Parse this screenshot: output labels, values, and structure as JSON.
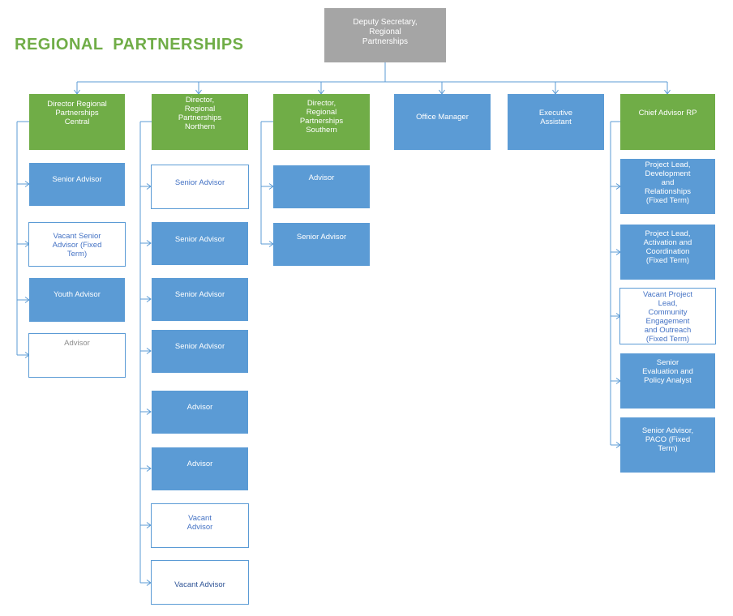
{
  "page": {
    "title": "REGIONAL  PARTNERSHIPS"
  },
  "colors": {
    "green": "#70ad47",
    "blue": "#5b9bd5",
    "grey": "#a5a5a5",
    "connector": "#5b9bd5",
    "white_text": "#4472c4"
  },
  "chart": {
    "root": {
      "label": "Deputy Secretary,\nRegional\nPartnerships"
    },
    "central": {
      "head": "Director Regional\nPartnerships\nCentral",
      "staff": [
        "Senior Advisor",
        "Vacant    Senior\nAdvisor  (Fixed\nTerm)",
        "Youth Advisor",
        "Advisor"
      ]
    },
    "northern": {
      "head": "Director,\nRegional\nPartnerships\nNorthern",
      "staff": [
        "Senior Advisor",
        "Senior Advisor",
        "Senior Advisor",
        "Senior Advisor",
        "Advisor",
        "Advisor",
        "Vacant\nAdvisor",
        "Vacant Advisor"
      ]
    },
    "southern": {
      "head": "Director,\nRegional\nPartnerships\nSouthern",
      "staff": [
        "Advisor",
        "Senior Advisor"
      ]
    },
    "office_manager": "Office Manager",
    "executive_assistant": "Executive\nAssistant",
    "chief": {
      "head": "Chief Advisor RP",
      "staff": [
        "Project Lead,\nDevelopment\nand\nRelationships\n(Fixed Term)",
        "Project Lead,\nActivation and\nCoordination\n(Fixed Term)",
        "Vacant Project\nLead,\nCommunity\nEngagement\nand Outreach\n(Fixed Term)",
        "Senior\nEvaluation and\nPolicy Analyst",
        "Senior Advisor,\nPACO (Fixed\nTerm)"
      ]
    }
  }
}
